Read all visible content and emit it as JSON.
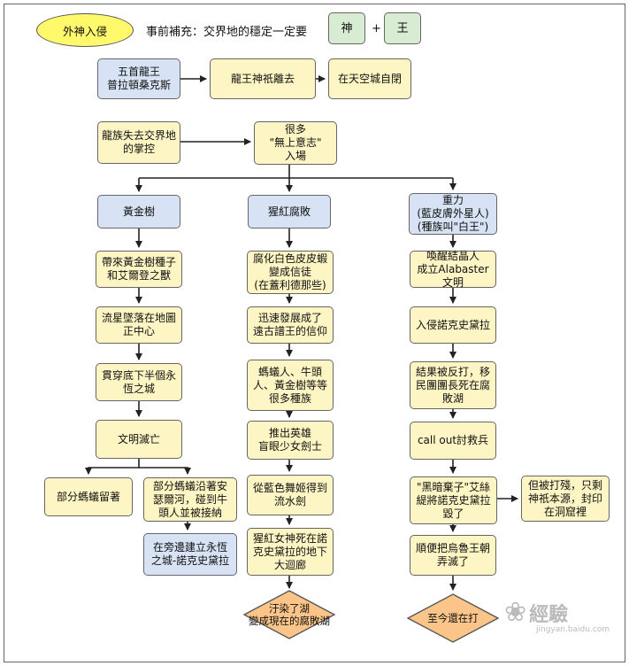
{
  "header": {
    "tag": "外神入侵",
    "note": "事前補充：交界地的穩定一定要",
    "req_a": "神",
    "plus": "+",
    "req_b": "王"
  },
  "nodes": {
    "five_dragon_king": "五首龍王\n普拉頓桑克斯",
    "dragon_god_leaves": "龍王神祇離去",
    "sky_city": "在天空城自閉",
    "dragons_lose": "龍族失去交界地\n的掌控",
    "many_wills": "很多\n\"無上意志\"\n入場",
    "golden_tree": "黃金樹",
    "scarlet_rot": "猩紅腐敗",
    "gravity": "重力\n(藍皮膚外星人)\n(種族叫\"白王\")",
    "gt1": "帶來黃金樹種子\n和艾爾登之獸",
    "gt2": "流星墜落在地圖\n正中心",
    "gt3": "貫穿底下半個永\n恆之城",
    "gt4": "文明滅亡",
    "gt5a": "部分螞蟻留著",
    "gt5b": "部分螞蟻沿著安\n瑟爾河，碰到牛\n頭人並被接納",
    "gt6": "在旁邊建立永恆\n之城-諾克史黛拉",
    "sr1": "腐化白色皮皮蝦\n變成信徒\n(在蓋利德那些)",
    "sr2": "迅速發展成了\n遠古譜王的信仰",
    "sr3": "螞蟻人、牛頭\n人、黃金樹等等\n很多種族",
    "sr4": "推出英雄\n盲眼少女劍士",
    "sr5": "從藍色舞姬得到\n流水劍",
    "sr6": "猩紅女神死在諾\n克史黛拉的地下\n大迴廊",
    "sr7": "汙染了湖\n變成現在的腐敗湖",
    "gr1": "喚醒結晶人\n成立Alabaster文明",
    "gr2": "入侵諾克史黛拉",
    "gr3": "結果被反打，移\n民團團長死在腐\n敗湖",
    "gr4": "call out討救兵",
    "gr5": "\"黑暗棄子\"艾絲\n緹將諾克史黛拉\n毀了",
    "gr5b": "但被打殘，只剩\n神祇本源，封印\n在洞窟裡",
    "gr6": "順便把烏魯王朝\n弄滅了",
    "gr7": "至今還在打"
  },
  "watermark": {
    "icon": "baidu-paw-icon",
    "text": "經驗",
    "sub": "jingyan.baidu.com"
  },
  "colors": {
    "yellow_box": "#fdf5c3",
    "blue_box": "#d7e3f4",
    "green_box": "#d8ebd3",
    "tag_ellipse": "#fff96b",
    "diamond": "#fbc58a"
  }
}
